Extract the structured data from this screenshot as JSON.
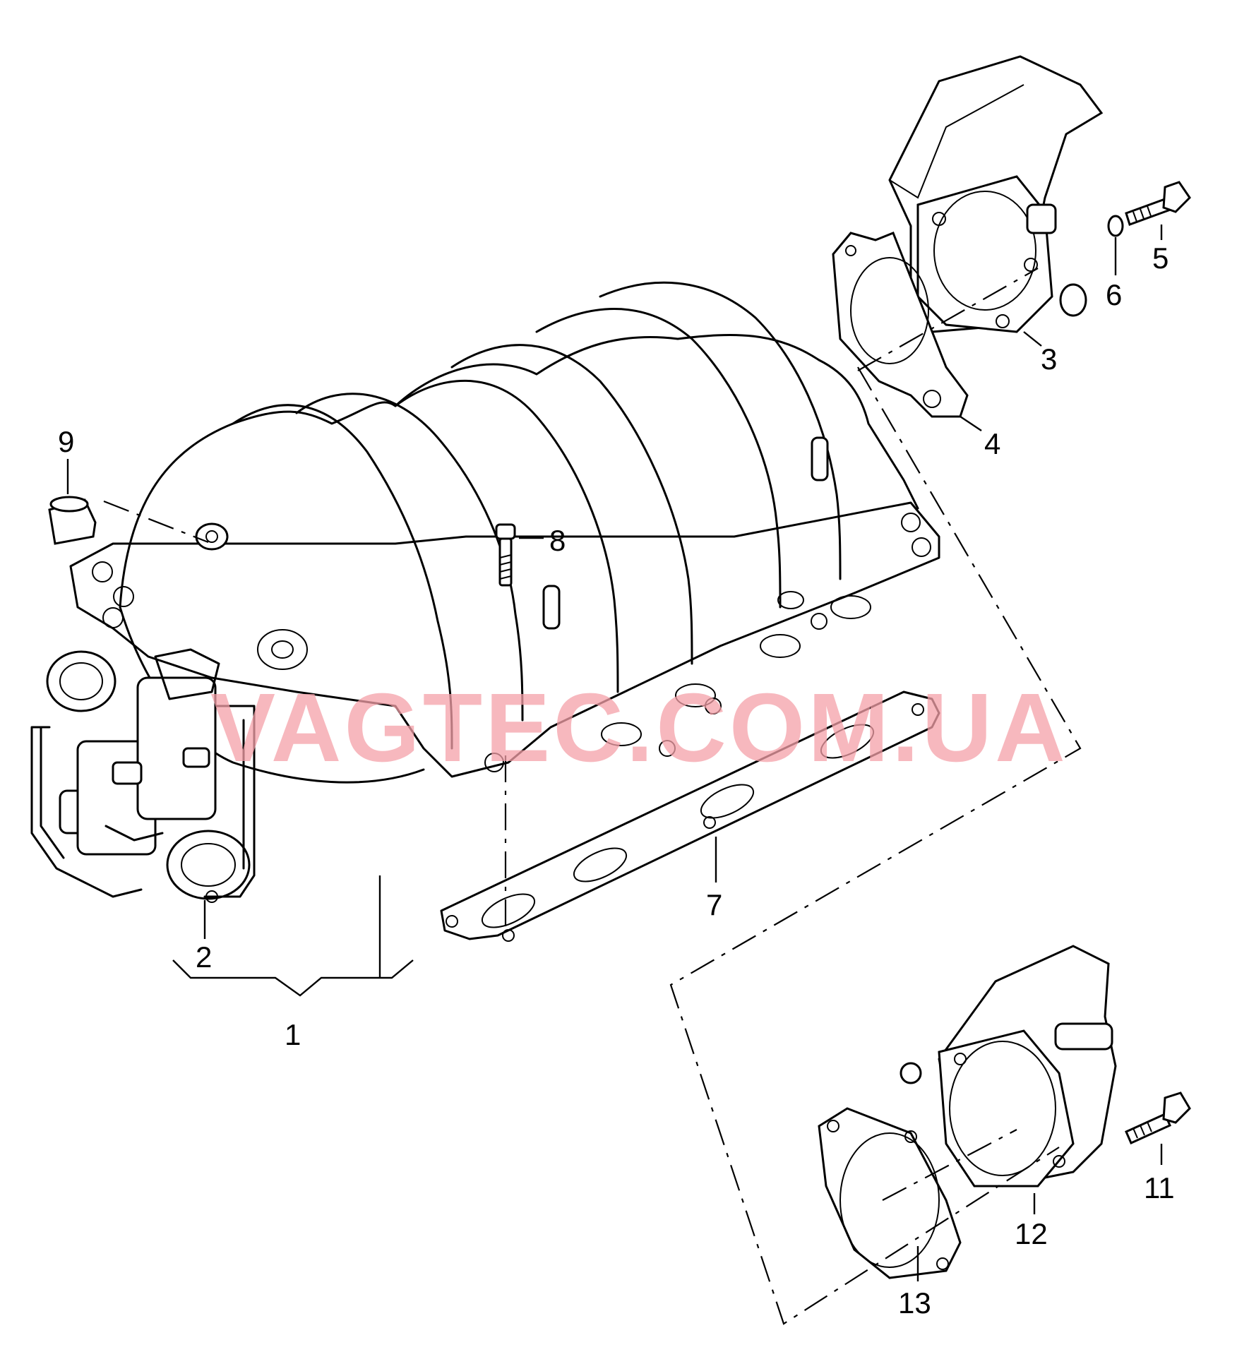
{
  "watermark": "VAGTEC.COM.UA",
  "callouts": {
    "c1": "1",
    "c2": "2",
    "c3": "3",
    "c4": "4",
    "c5": "5",
    "c6": "6",
    "c7": "7",
    "c8": "8",
    "c9": "9",
    "c11": "11",
    "c12": "12",
    "c13": "13"
  },
  "colors": {
    "line": "#000000",
    "watermark": "#f4a0a8",
    "background": "#ffffff"
  }
}
